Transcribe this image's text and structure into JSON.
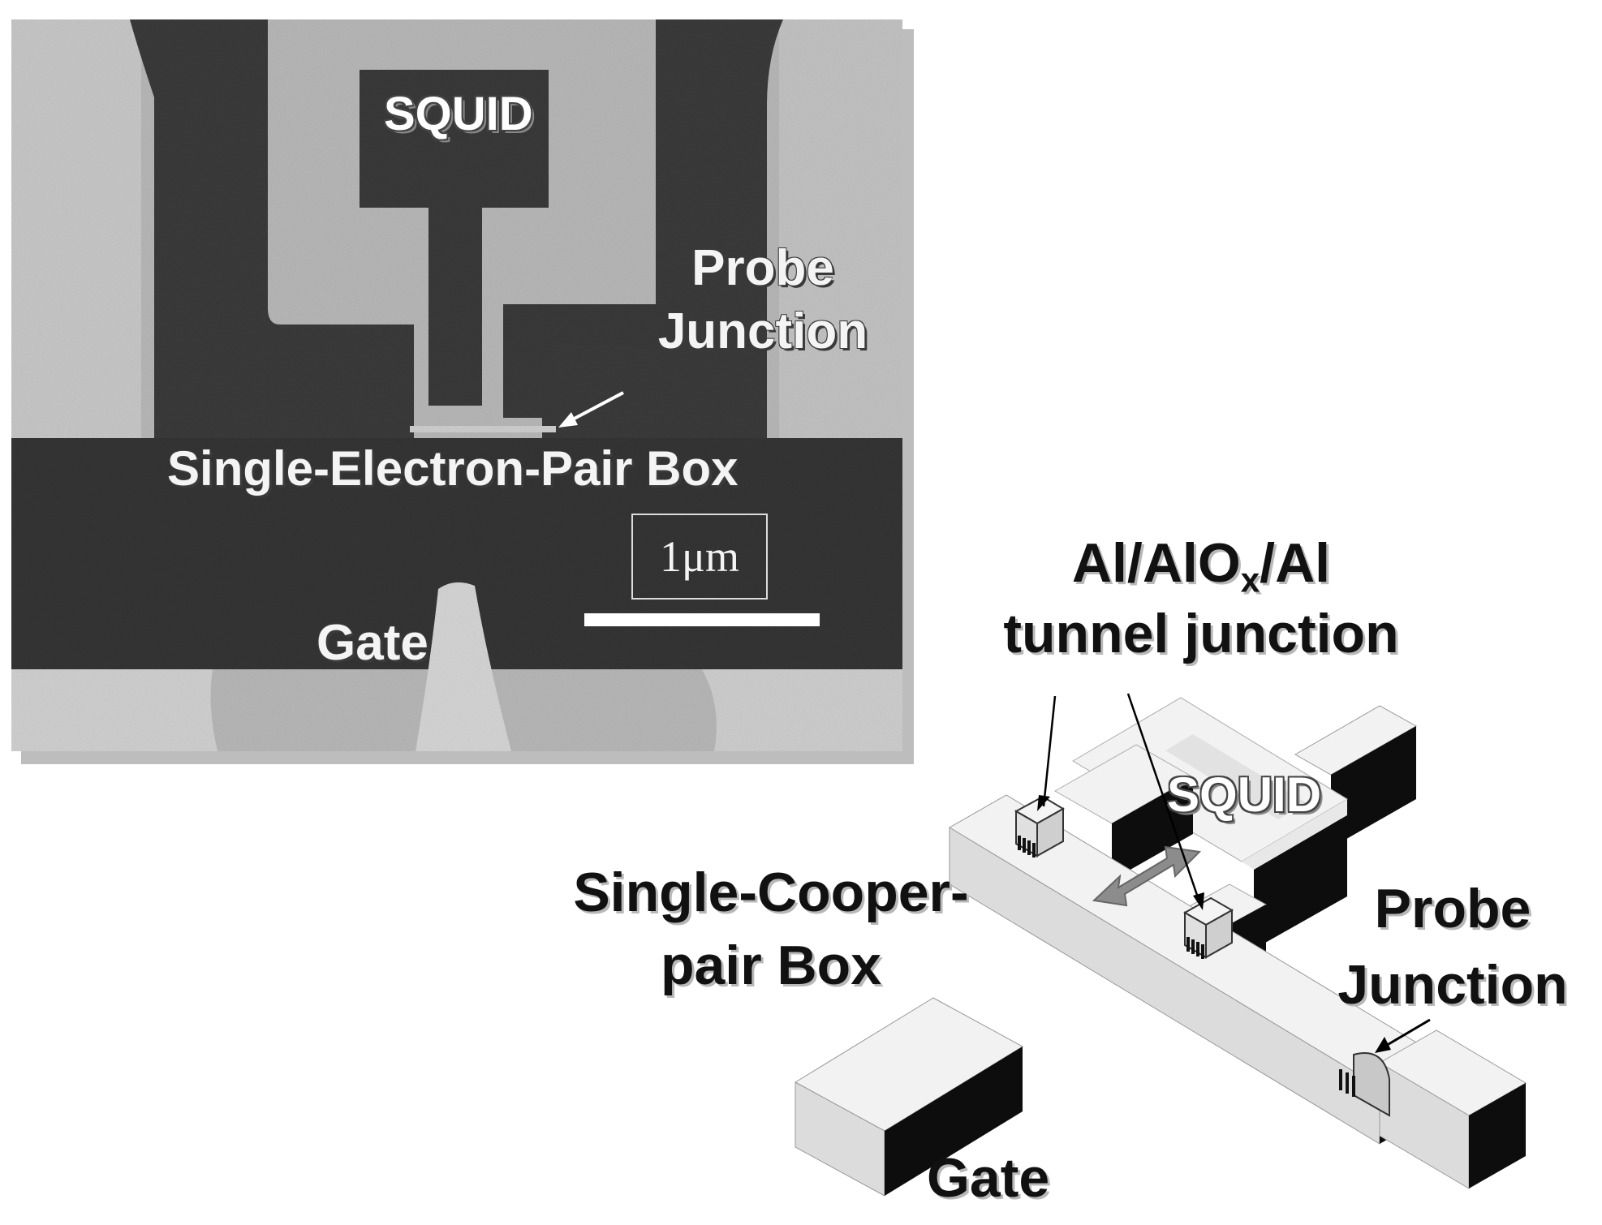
{
  "sem_image": {
    "labels": {
      "squid": "SQUID",
      "probe_junction_line1": "Probe",
      "probe_junction_line2": "Junction",
      "box": "Single-Electron-Pair Box",
      "scale": "1μm",
      "gate": "Gate"
    }
  },
  "schematic": {
    "labels": {
      "junction_line1_a": "Al/AlO",
      "junction_line1_sub": "x",
      "junction_line1_b": "/Al",
      "junction_line2": "tunnel junction",
      "squid": "SQUID",
      "box_line1": "Single-Cooper-",
      "box_line2": "pair Box",
      "probe_line1": "Probe",
      "probe_line2": "Junction",
      "gate": "Gate"
    }
  },
  "colors": {
    "sem_light": "#b9b9b9",
    "sem_dark": "#3b3b3b",
    "block_top": "#f2f2f2",
    "block_front": "#dcdcdc",
    "block_side": "#0d0d0d"
  }
}
